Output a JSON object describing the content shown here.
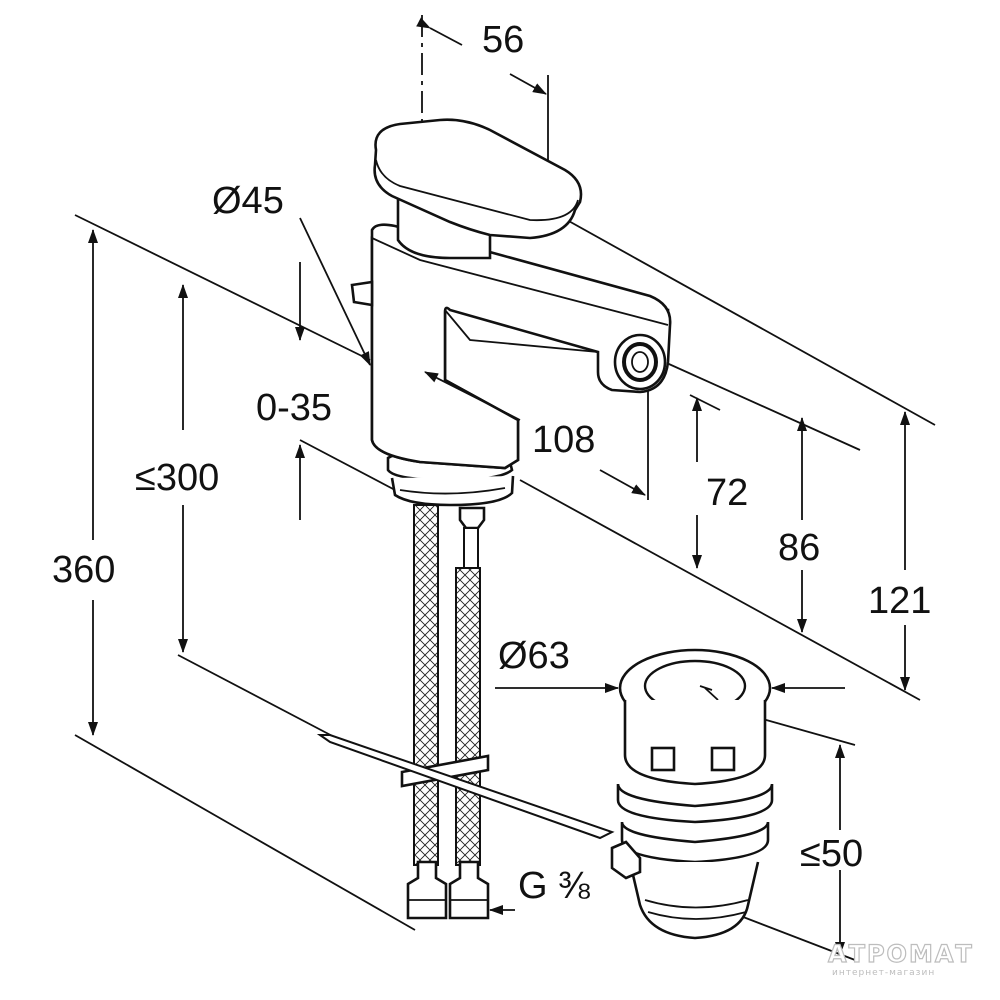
{
  "diagram": {
    "dimensions": {
      "d56": "56",
      "d45": "Ø45",
      "d035": "0-35",
      "d300": "≤300",
      "d360": "360",
      "d108": "108",
      "d72": "72",
      "d86": "86",
      "d121": "121",
      "d63": "Ø63",
      "d50": "≤50",
      "thread": "G ⅜"
    }
  },
  "watermark": {
    "brand": "АТРОМАТ",
    "tagline": "интернет-магазин"
  }
}
